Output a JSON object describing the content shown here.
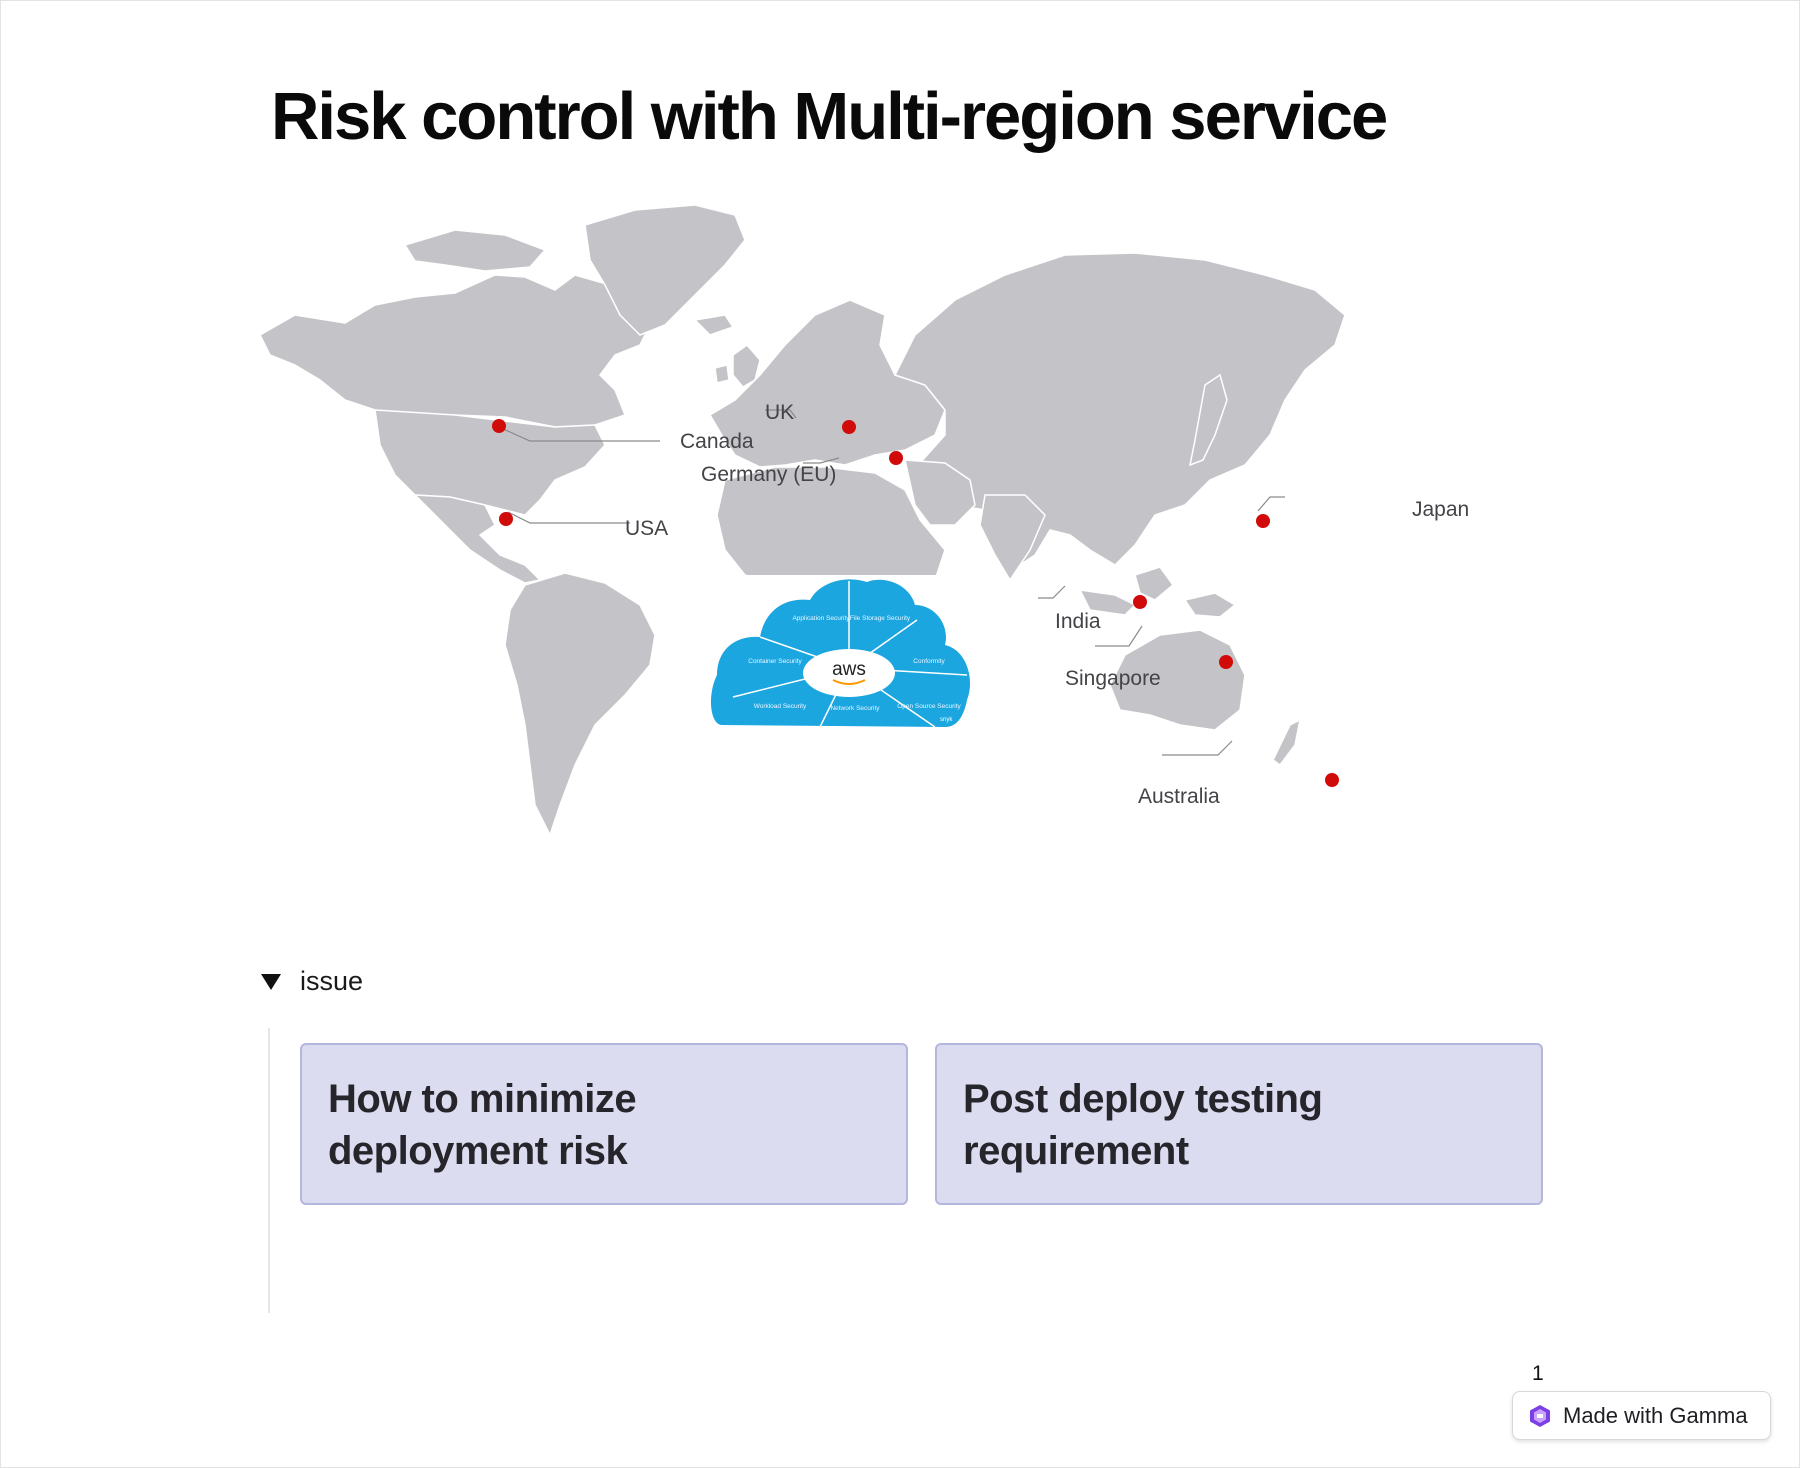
{
  "title": "Risk control with Multi-region service",
  "map": {
    "regions": [
      {
        "name": "Canada"
      },
      {
        "name": "USA"
      },
      {
        "name": "UK"
      },
      {
        "name": "Germany (EU)"
      },
      {
        "name": "Japan"
      },
      {
        "name": "India"
      },
      {
        "name": "Singapore"
      },
      {
        "name": "Australia"
      }
    ],
    "marker_color": "#d10a0a",
    "land_color": "#c4c4c8"
  },
  "aws_graphic": {
    "logo_text": "aws",
    "segments": [
      "Application Security",
      "File Storage Security",
      "Conformity",
      "Open Source Security",
      "Network Security",
      "Workload Security",
      "Container Security"
    ],
    "snyk_text": "snyk",
    "cloud_color": "#1ba6e0"
  },
  "issue_toggle": {
    "label": "issue",
    "expanded": true
  },
  "cards": [
    {
      "line1": "How to minimize",
      "line2": "deployment risk"
    },
    {
      "line1": "Post deploy testing",
      "line2": "requirement"
    }
  ],
  "page_number": "1",
  "badge": {
    "label": "Made with Gamma"
  },
  "colors": {
    "card_bg": "#dcdcf0",
    "card_border": "#b5b6e0",
    "accent": "#7b3fe4"
  }
}
